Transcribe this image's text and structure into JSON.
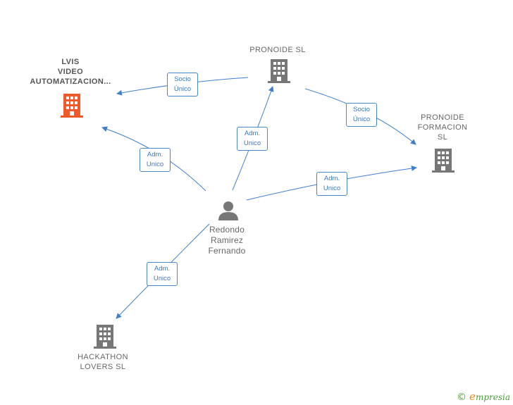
{
  "colors": {
    "edge": "#3f7fcb",
    "building": "#777777",
    "building_highlight": "#f0592a",
    "person": "#777777",
    "brand_green": "#4d9b3a",
    "brand_orange": "#f08a1e"
  },
  "nodes": {
    "lvis": {
      "label": "LVIS\nVIDEO\nAUTOMATIZACION...",
      "icon": "building-icon"
    },
    "pronoide": {
      "label": "PRONOIDE  SL",
      "icon": "building-icon"
    },
    "pronoide_formacion": {
      "label": "PRONOIDE\nFORMACION\nSL",
      "icon": "building-icon"
    },
    "person": {
      "label": "Redondo\nRamirez\nFernando",
      "icon": "person-icon"
    },
    "hackathon": {
      "label": "HACKATHON\nLOVERS  SL",
      "icon": "building-icon"
    }
  },
  "relations": {
    "pronoide_to_lvis": "Socio\nÚnico",
    "pronoide_to_formacion": "Socio\nÚnico",
    "person_to_pronoide": "Adm.\nUnico",
    "person_to_lvis": "Adm.\nUnico",
    "person_to_formacion": "Adm.\nUnico",
    "person_to_hackathon": "Adm.\nUnico"
  },
  "brand": {
    "copyright": "©",
    "initial": "e",
    "name": "mpresia"
  }
}
